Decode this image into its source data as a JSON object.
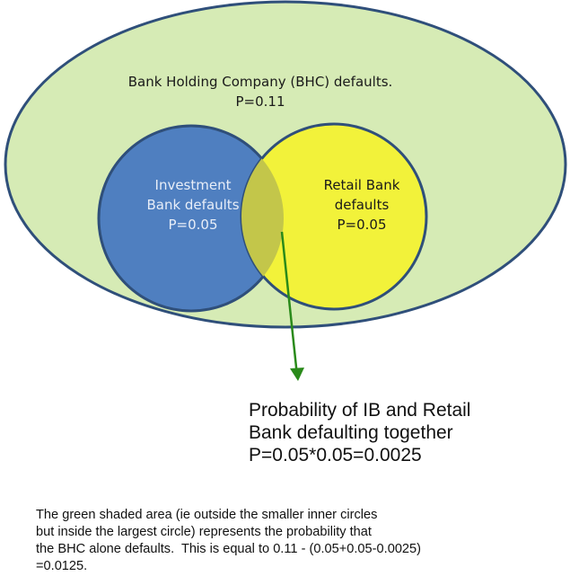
{
  "outer": {
    "title": "Bank Holding Company (BHC) defaults.",
    "prob": "P=0.11",
    "color": "#d6ebb5"
  },
  "ib": {
    "line1": "Investment",
    "line2": "Bank defaults",
    "prob": "P=0.05",
    "color": "#4f7fc0"
  },
  "retail": {
    "line1": "Retail Bank",
    "line2": "defaults",
    "prob": "P=0.05",
    "color": "#f2f23a"
  },
  "overlap_color": "#c3c64a",
  "arrow_color": "#2a8a1a",
  "caption": {
    "line1": "Probability of IB and Retail",
    "line2": "Bank defaulting together",
    "line3": "P=0.05*0.05=0.0025"
  },
  "note": {
    "line1": "The green shaded area (ie outside the smaller inner circles",
    "line2": "but inside the largest circle) represents the probability that",
    "line3": "the BHC alone defaults.  This is equal to 0.11 - (0.05+0.05-0.0025)",
    "line4": "=0.0125."
  }
}
